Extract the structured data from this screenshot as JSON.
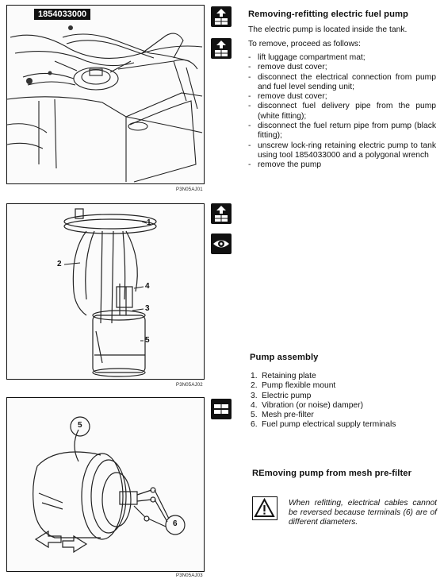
{
  "sections": {
    "removing": {
      "title": "Removing-refitting electric fuel pump",
      "intro": "The electric pump is located inside the tank.",
      "lead": "To remove, proceed as follows:",
      "steps": [
        {
          "mark": "-",
          "text": "lift luggage compartment mat;"
        },
        {
          "mark": "-",
          "text": "remove dust cover;"
        },
        {
          "mark": "-",
          "text": "disconnect the electrical connection from pump and fuel level sending unit;"
        },
        {
          "mark": "-",
          "text": "remove dust cover;"
        },
        {
          "mark": "-",
          "text": "disconnect fuel delivery pipe from the pump (white fitting);"
        },
        {
          "mark": "-",
          "text": "disconnect the fuel return pipe from pump (black fitting);"
        },
        {
          "mark": "-",
          "text": "unscrew lock-ring retaining electric pump to tank using tool 1854033000 and a polygonal wrench"
        },
        {
          "mark": "-",
          "text": "remove the pump"
        }
      ]
    },
    "assembly": {
      "title": "Pump assembly",
      "items": [
        {
          "mark": "1.",
          "text": "Retaining plate"
        },
        {
          "mark": "2.",
          "text": "Pump flexible mount"
        },
        {
          "mark": "3.",
          "text": "Electric pump"
        },
        {
          "mark": "4.",
          "text": "Vibration (or noise) damper)"
        },
        {
          "mark": "5.",
          "text": "Mesh pre-filter"
        },
        {
          "mark": "6.",
          "text": "Fuel pump electrical supply terminals"
        }
      ]
    },
    "mesh": {
      "title": "REmoving pump from mesh pre-filter",
      "note": "When refitting, electrical cables cannot be reversed because terminals (6) are of different diameters."
    }
  },
  "figures": {
    "fig1": {
      "tool_label": "1854033000",
      "caption": "P3N05AJ01"
    },
    "fig2": {
      "caption": "P3N05AJ02",
      "callouts": [
        "1",
        "2",
        "4",
        "3",
        "5"
      ]
    },
    "fig3": {
      "caption": "P3N05AJ03",
      "callouts": [
        "5",
        "6"
      ]
    }
  },
  "icons": [
    "remove-refit-icon",
    "remove-refit-icon",
    "remove-refit-icon",
    "inspect-eye-icon",
    "disassembly-icon",
    "warning-triangle-icon"
  ]
}
